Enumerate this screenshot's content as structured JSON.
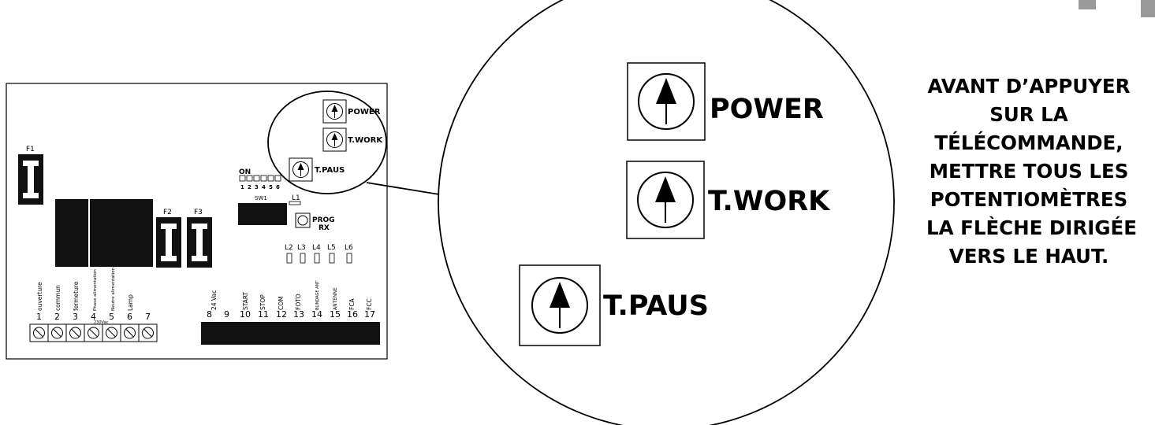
{
  "board": {
    "fuses": [
      "F1",
      "F2",
      "F3"
    ],
    "dip": {
      "on_label": "ON",
      "numbers": [
        "1",
        "2",
        "3",
        "4",
        "5",
        "6"
      ],
      "name": "SW1"
    },
    "led_l1": "L1",
    "leds": [
      "L2",
      "L3",
      "L4",
      "L5",
      "L6"
    ],
    "prog_rx": [
      "PROG",
      "RX"
    ],
    "pots": [
      "POWER",
      "T.WORK",
      "T.PAUS"
    ],
    "terminals_left": [
      {
        "num": "1",
        "label": "ouverture"
      },
      {
        "num": "2",
        "label": "commun"
      },
      {
        "num": "3",
        "label": "fermeture"
      },
      {
        "num": "4",
        "label": "Phase alimentation"
      },
      {
        "num": "5",
        "label": "Neutre alimentation"
      },
      {
        "num": "6",
        "label": "Lamp"
      },
      {
        "num": "7",
        "label": ""
      }
    ],
    "terminal_voltage": "230Vac",
    "terminals_right": [
      {
        "num": "8",
        "label": "24 Vac"
      },
      {
        "num": "9",
        "label": ""
      },
      {
        "num": "10",
        "label": "START"
      },
      {
        "num": "11",
        "label": "STOP"
      },
      {
        "num": "12",
        "label": "COM"
      },
      {
        "num": "13",
        "label": "FOTO"
      },
      {
        "num": "14",
        "label": "BLINDAGE ANT"
      },
      {
        "num": "15",
        "label": "ANTENNE"
      },
      {
        "num": "16",
        "label": "FCA"
      },
      {
        "num": "17",
        "label": "FCC"
      }
    ]
  },
  "zoom": {
    "pots": [
      "POWER",
      "T.WORK",
      "T.PAUS"
    ]
  },
  "instruction": {
    "lines": [
      "AVANT D’APPUYER",
      "SUR LA",
      "TÉLÉCOMMANDE,",
      "METTRE TOUS LES",
      "POTENTIOMÈTRES",
      "LA FLÈCHE DIRIGÉE",
      "VERS LE HAUT."
    ]
  }
}
